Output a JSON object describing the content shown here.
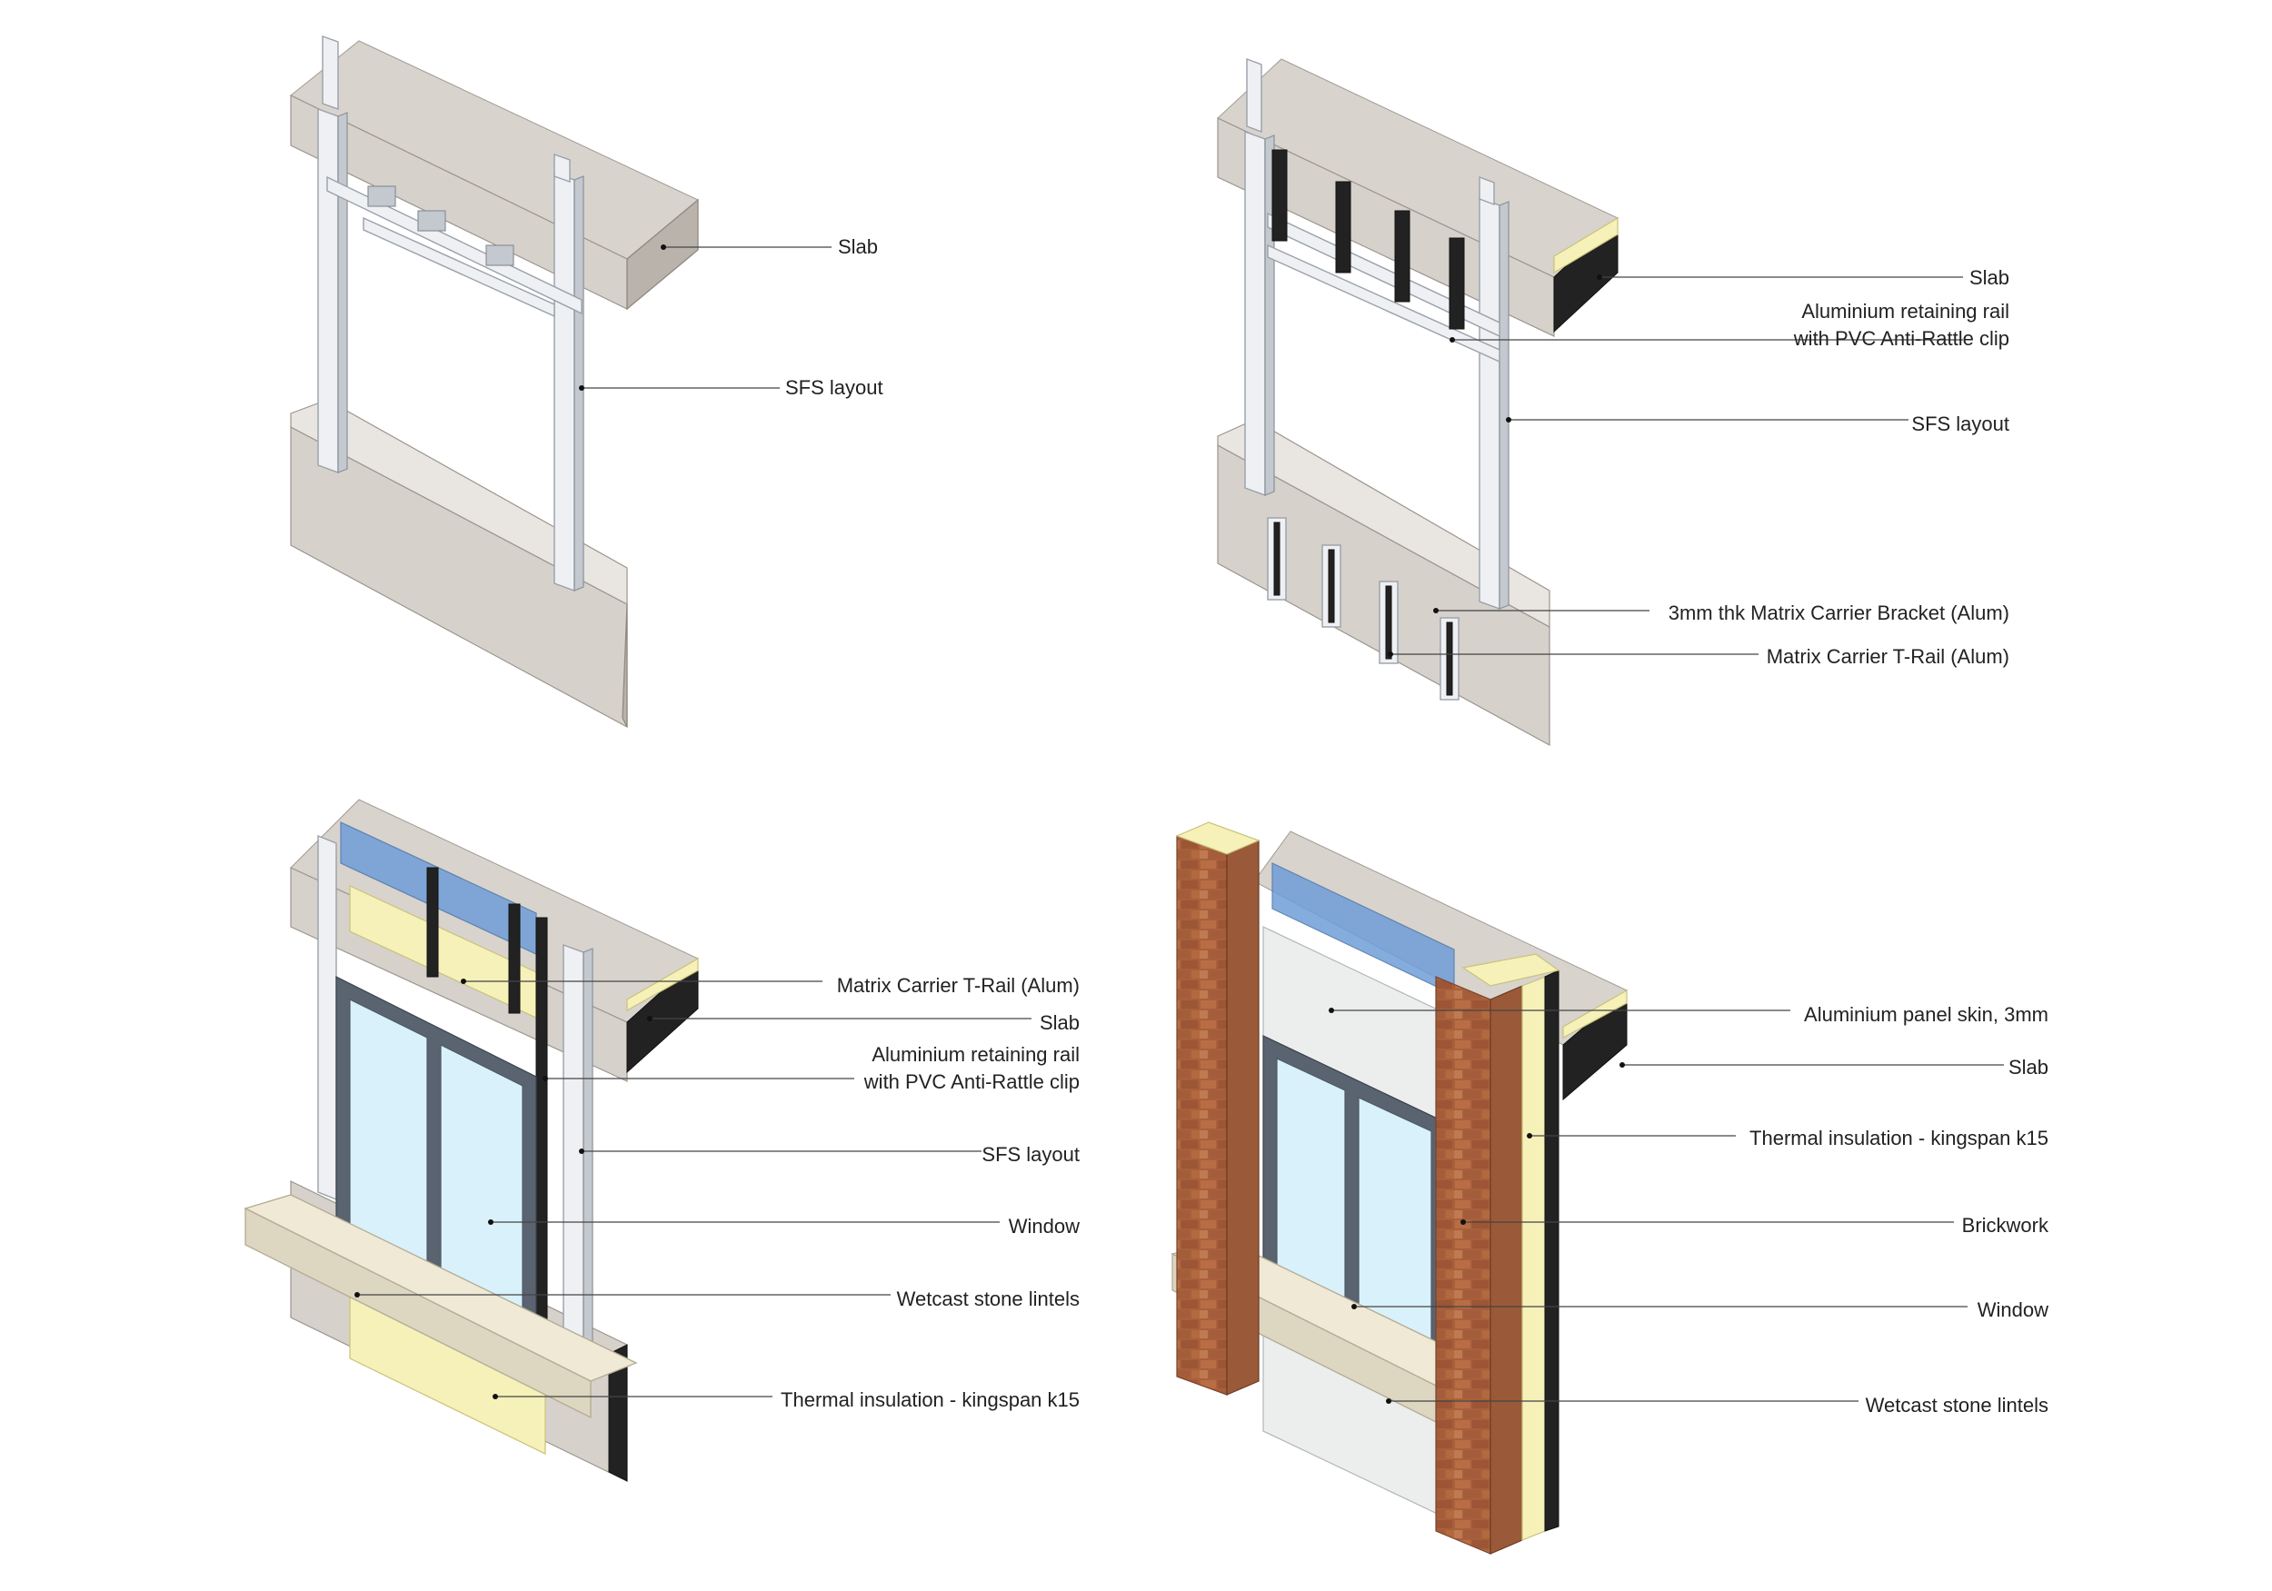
{
  "diagrams": [
    {
      "labels": [
        "Slab",
        "SFS layout"
      ]
    },
    {
      "labels": [
        "Slab",
        "Aluminium retaining rail",
        "with PVC Anti-Rattle clip",
        "SFS layout",
        "3mm thk Matrix Carrier Bracket (Alum)",
        "Matrix Carrier T-Rail (Alum)"
      ]
    },
    {
      "labels": [
        "Matrix Carrier T-Rail (Alum)",
        "Slab",
        "Aluminium retaining rail",
        "with PVC Anti-Rattle clip",
        "SFS layout",
        "Window",
        "Wetcast stone lintels",
        "Thermal insulation - kingspan k15"
      ]
    },
    {
      "labels": [
        "Aluminium panel skin, 3mm",
        "Slab",
        "Thermal insulation - kingspan k15",
        "Brickwork",
        "Window",
        "Wetcast stone lintels"
      ]
    }
  ],
  "colors": {
    "concrete": "#d6d1cb",
    "steel_stud": "#eef0f3",
    "insulation": "#f6f1b8",
    "glass_upper": "#6f9ed8",
    "glass_window": "#d9f1fb",
    "brick": "#a8603c",
    "stone_lintel": "#efe9d6",
    "leader_line": "#444444"
  }
}
